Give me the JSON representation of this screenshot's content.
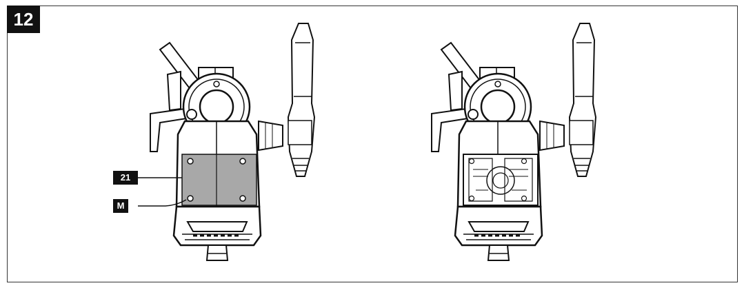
{
  "figure": {
    "number": "12"
  },
  "callouts": {
    "cover": "21",
    "screw": "M"
  },
  "colors": {
    "ink": "#111111",
    "cover_fill": "#a8a8a8",
    "background": "#ffffff"
  }
}
